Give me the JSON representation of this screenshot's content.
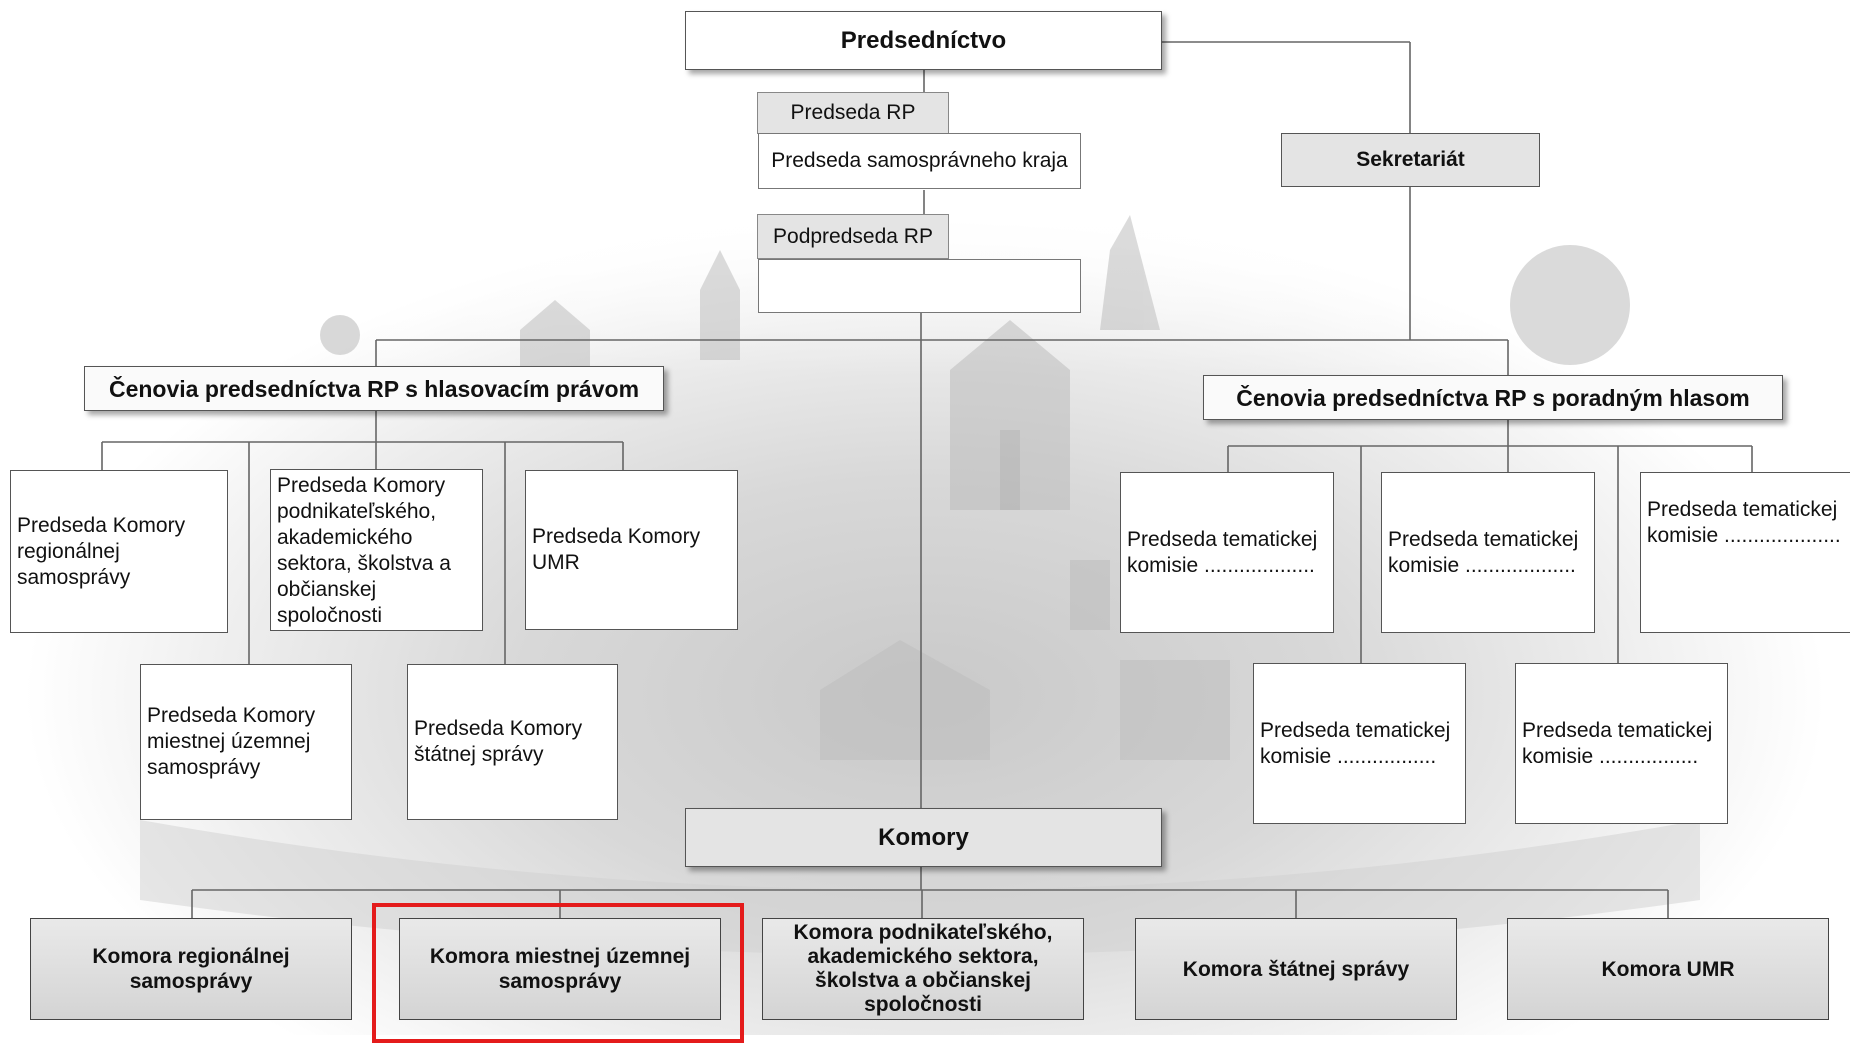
{
  "predsednictvo": "Predsedníctvo",
  "predseda_rp": "Predseda RP",
  "predseda_kraja": "Predseda samosprávneho kraja",
  "podpredseda_rp": "Podpredseda RP",
  "podpredseda_name": "",
  "sekretariat": "Sekretariát",
  "clenovia_hlasovacie": "Čenovia predsedníctva RP s hlasovacím právom",
  "clenovia_poradne": "Čenovia predsedníctva RP s poradným hlasom",
  "voting_members": [
    "Predseda Komory regionálnej samosprávy",
    "Predseda Komory podnikateľského, akademického sektora, školstva a občianskej spoločnosti",
    "Predseda Komory UMR",
    "Predseda Komory miestnej územnej samosprávy",
    "Predseda Komory štátnej správy"
  ],
  "advisory_members": [
    "Predseda tematickej komisie ...................",
    "Predseda tematickej komisie ...................",
    "Predseda tematickej komisie ....................",
    "Predseda tematickej komisie .................",
    "Predseda tematickej komisie ................."
  ],
  "komory": "Komory",
  "chambers": [
    "Komora regionálnej samosprávy",
    "Komora miestnej územnej samosprávy",
    "Komora podnikateľského, akademického sektora, školstva a občianskej spoločnosti",
    "Komora štátnej správy",
    "Komora UMR"
  ],
  "highlight_color": "#e41b1b"
}
